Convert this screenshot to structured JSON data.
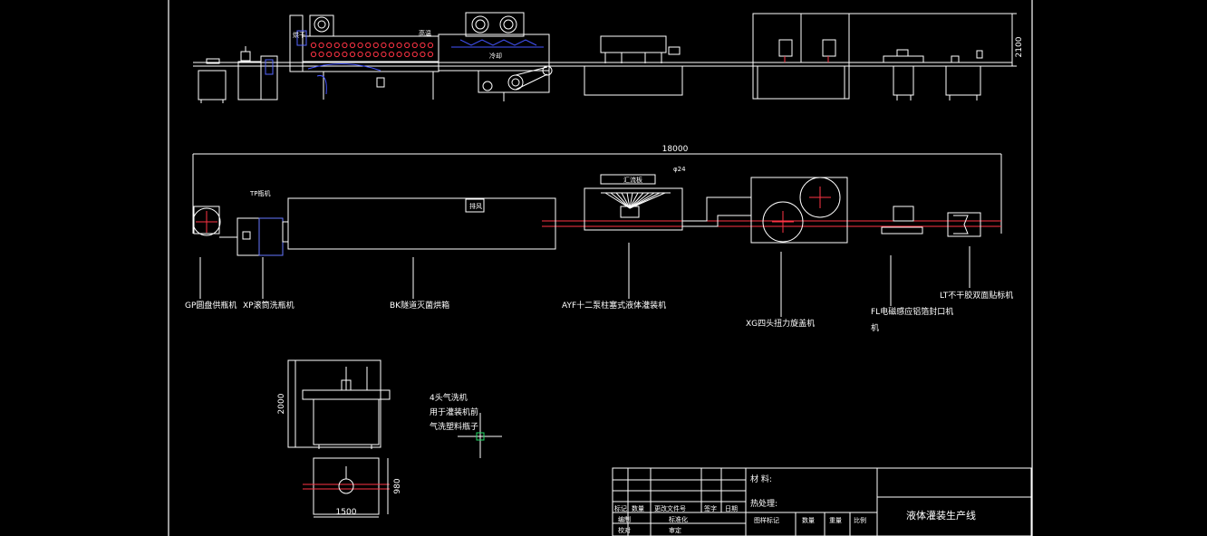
{
  "top_view": {
    "dim_height": "2100",
    "labels": {
      "dry": "烘干",
      "heat": "高温",
      "cool": "冷却"
    }
  },
  "plan_view": {
    "dim_total": "18000",
    "labels": {
      "tp": "TP瓶机",
      "exhaust": "排风",
      "magazine": "汇流板",
      "marker": "φ24"
    },
    "callouts": [
      "GP圆盘供瓶机",
      "XP滚筒洗瓶机",
      "BK隧道灭菌烘箱",
      "AYF十二泵柱塞式液体灌装机",
      "XG四头扭力旋盖机",
      "FL电磁感应铝箔封口机",
      "LT不干胶双面贴标机"
    ],
    "fl_line2": "机"
  },
  "side_detail": {
    "dim_height": "2000",
    "dim_depth": "980",
    "dim_width": "1500",
    "note_lines": [
      "4头气洗机",
      "用于灌装机前",
      "气洗塑料瓶子"
    ]
  },
  "title_block": {
    "material_label": "材  料:",
    "treatment_label": "热处理:",
    "project_name": "液体灌装生产线",
    "row_a": [
      "标记",
      "数量",
      "更改文件号",
      "签字",
      "日期"
    ],
    "row_b": [
      "编制",
      "标准化"
    ],
    "row_c": [
      "校对",
      "审定"
    ],
    "stage_mark": "图样标记",
    "qty": "数量",
    "weight": "重量",
    "scale": "比例"
  }
}
